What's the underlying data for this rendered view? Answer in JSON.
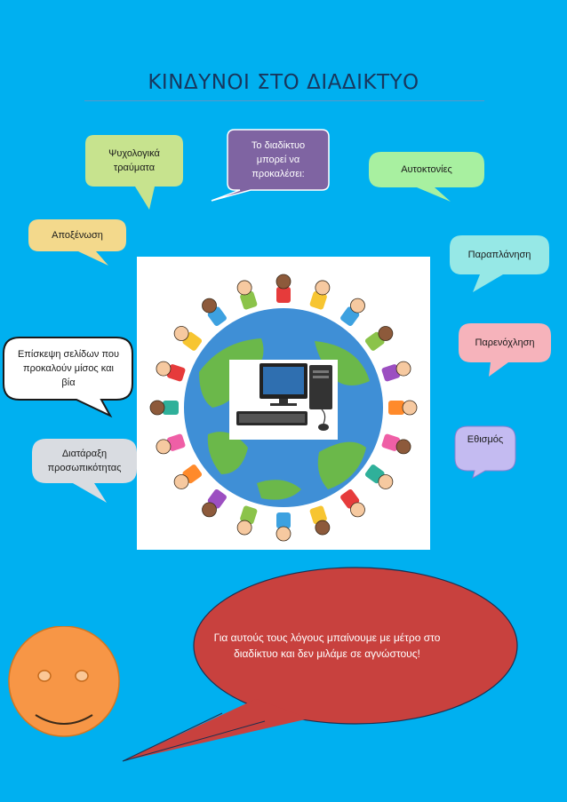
{
  "page": {
    "title": "ΚΙΝΔΥΝΟΙ ΣΤΟ ΔΙΑΔΙΚΤΥΟ"
  },
  "bubbles": {
    "center": {
      "label": "Το διαδίκτυο μπορεί να προκαλέσει:",
      "color": "#7f64a2"
    },
    "trauma": {
      "label": "Ψυχολογικά τραύματα",
      "color": "#c7e38e"
    },
    "suicide": {
      "label": "Αυτοκτονίες",
      "color": "#a8f0a0"
    },
    "alienation": {
      "label": "Αποξένωση",
      "color": "#f3d98c"
    },
    "misleading": {
      "label": "Παραπλάνηση",
      "color": "#96e8e6"
    },
    "harassment": {
      "label": "Παρενόχληση",
      "color": "#f6b3bb"
    },
    "hate_sites": {
      "label": "Επίσκεψη σελίδων που προκαλούν μίσος και βία",
      "color": "#ffffff"
    },
    "addiction": {
      "label": "Εθισμός",
      "color": "#c4bbf1"
    },
    "personality": {
      "label": "Διατάραξη προσωπικότητας",
      "color": "#d9dce1"
    }
  },
  "message": {
    "label": "Για αυτούς τους λόγους μπαίνουμε με μέτρο στο διαδίκτυο και δεν μιλάμε σε αγνώστους!",
    "color": "#c8413e"
  },
  "colors": {
    "background": "#00b0f0",
    "title": "#17375e",
    "smiley": "#f79646"
  },
  "image": {
    "icons": [
      "globe-icon",
      "computer-icon",
      "children-circle-icon"
    ]
  }
}
